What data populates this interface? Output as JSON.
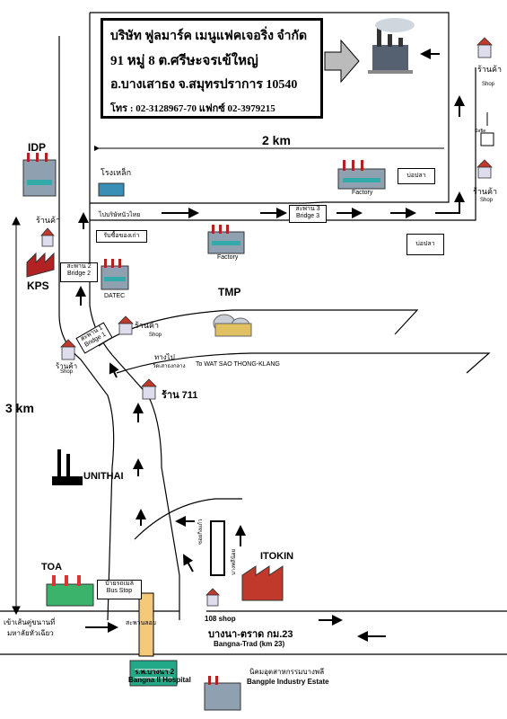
{
  "company": {
    "name": "บริษัท ฟูลมาร์ค เมนูแฟคเจอริ่ง จำกัด",
    "address1": "91 หมู่ 8 ต.ศรีษะจรเข้ใหญ่",
    "address2": "อ.บางเสาธง จ.สมุทรปราการ 10540",
    "phone": "โทร : 02-3128967-70 แฟกซ์ 02-3979215"
  },
  "distances": {
    "top": "2 km",
    "left": "3 km"
  },
  "places": {
    "idp": "IDP",
    "kps": "KPS",
    "tmp": "TMP",
    "unithai": "UNITHAI",
    "toa": "TOA",
    "itokin": "ITOKIN",
    "datec": "DATEC",
    "steel": "โรงเหล็ก",
    "factory1": "Factory",
    "factory2": "Factory",
    "fish1": "บ่อปลา",
    "fish2": "บ่อปลา",
    "bus_stop_th": "ป้ายรถเมล์",
    "bus_stop": "Bus Stop",
    "hospital_th": "ร.พ.บางนา 2",
    "hospital": "Bangna II Hospital",
    "estate_th": "นิคมอุตสาหกรรมบางพลี",
    "estate": "Bangple Industry Estate",
    "shop_th": "ร้านค้า",
    "shop": "Shop",
    "shop711": "ร้าน 711",
    "shop108": "108 shop",
    "bangna_trad_th": "บางนา-ตราด กม.23",
    "bangna_trad": "Bangna-Trad (km 23)",
    "entrance": "เข้าเส้นคู่ขนานที่",
    "entrance2": "มหาลัยหัวเฉียว",
    "footbridge": "สะพานลอย",
    "to_temple_th": "ทางไป",
    "to_temple_th2": "วัดเสาธงกลาง",
    "to_temple": "To WAT SAO THONG-KLANG",
    "to_company": "ไปบริษัทนัวไทย",
    "receive": "รับซื้อของเก่า",
    "bridge1_th": "สะพาน 1",
    "bridge1": "Bridge 1",
    "bridge2_th": "สะพาน 2",
    "bridge2": "Bridge 2",
    "bridge3_th": "สะพาน 3",
    "bridge3": "Bridge 3",
    "vertical_sign": "ซอยกิ่งแก้ว",
    "mosque": "มัสยิด",
    "village_sign": "บางพลีน้อย"
  },
  "colors": {
    "road": "#000000",
    "factory_roof": "#b22222",
    "factory_wall": "#8fa0b0",
    "hospital": "#22aa88",
    "toa": "#3bb36a",
    "shop_roof": "#c0392b",
    "footbridge": "#f4c97a"
  }
}
